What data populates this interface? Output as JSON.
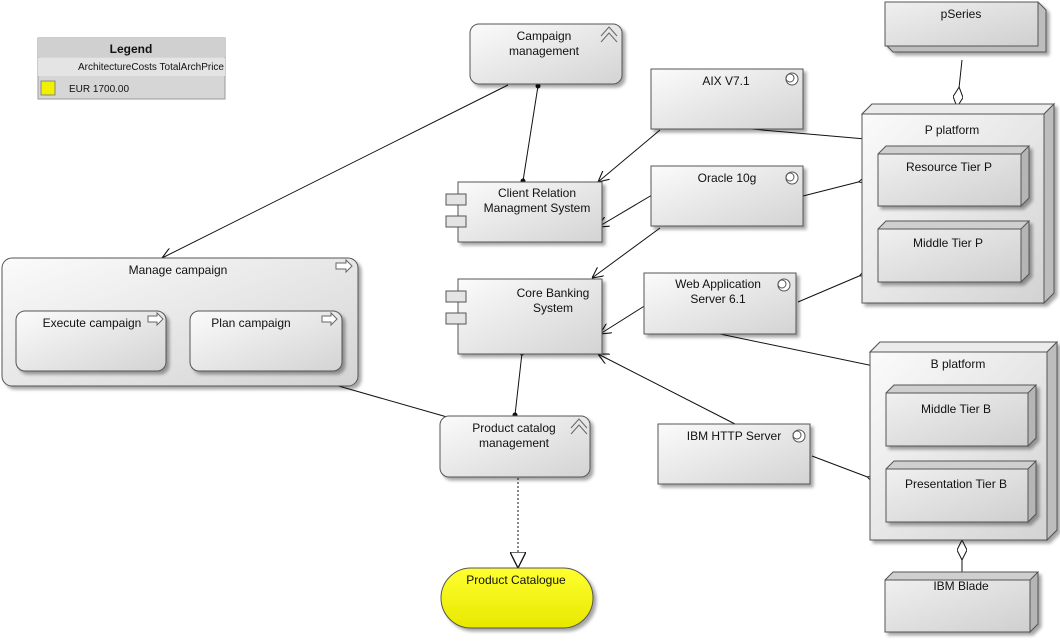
{
  "legend": {
    "title": "Legend",
    "subtitle": "ArchitectureCosts TotalArchPrice",
    "entry_color": "#f0f000",
    "entry_label": "EUR 1700.00"
  },
  "nodes": {
    "campaign_mgmt": "Campaign\nmanagement",
    "crm": "Client Relation\nManagment System",
    "core_banking": "Core Banking\nSystem",
    "product_catalog_mgmt": "Product catalog\nmanagement",
    "product_catalogue": "Product Catalogue",
    "manage_campaign": "Manage campaign",
    "execute_campaign": "Execute campaign",
    "plan_campaign": "Plan campaign",
    "aix": "AIX V7.1",
    "oracle": "Oracle 10g",
    "was": "Web Application\nServer 6.1",
    "ibm_http": "IBM HTTP Server",
    "pseries": "pSeries",
    "p_platform": "P platform",
    "resource_tier_p": "Resource Tier P",
    "middle_tier_p": "Middle Tier P",
    "b_platform": "B platform",
    "middle_tier_b": "Middle Tier B",
    "presentation_tier_b": "Presentation Tier B",
    "ibm_blade": "IBM Blade"
  },
  "colors": {
    "highlight_fill": "#f0f000",
    "node_fill_light": "#f4f4f4",
    "node_fill_dark": "#d4d4d4",
    "stroke": "#555555"
  }
}
